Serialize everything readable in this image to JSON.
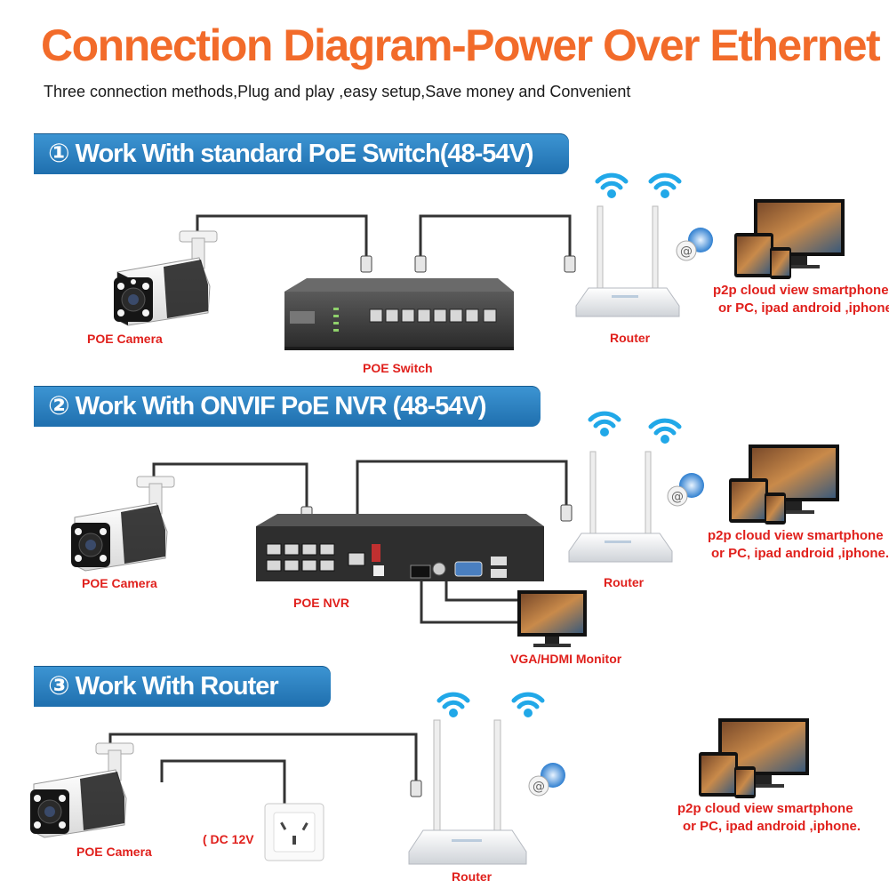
{
  "header": {
    "title": "Connection Diagram-Power Over Ethernet",
    "subtitle": "Three connection methods,Plug and play ,easy setup,Save money and Convenient"
  },
  "sections": [
    {
      "banner": "① Work With standard PoE Switch(48-54V)",
      "camera_label": "POE Camera",
      "device_label": "POE Switch",
      "router_label": "Router",
      "cloud_line1": "p2p cloud  view smartphone",
      "cloud_line2": "or PC, ipad android ,iphone."
    },
    {
      "banner": "② Work With ONVIF PoE NVR (48-54V)",
      "camera_label": "POE Camera",
      "device_label": "POE NVR",
      "monitor_label": "VGA/HDMI Monitor",
      "router_label": "Router",
      "cloud_line1": "p2p cloud  view smartphone",
      "cloud_line2": "or PC, ipad android ,iphone."
    },
    {
      "banner": "③ Work With Router",
      "camera_label": "POE Camera",
      "power_label": "( DC 12V",
      "router_label": "Router",
      "cloud_line1": "p2p cloud  view smartphone",
      "cloud_line2": "or PC, ipad android ,iphone."
    }
  ],
  "colors": {
    "title": "#f26b2a",
    "banner": "#2b80c3",
    "label": "#e0201c",
    "cable": "#333333"
  },
  "icons": [
    "camera-icon",
    "switch-icon",
    "nvr-icon",
    "router-icon",
    "wifi-icon",
    "cloud-at-icon",
    "monitor-icon",
    "tablet-icon",
    "phone-icon",
    "power-outlet-icon"
  ]
}
